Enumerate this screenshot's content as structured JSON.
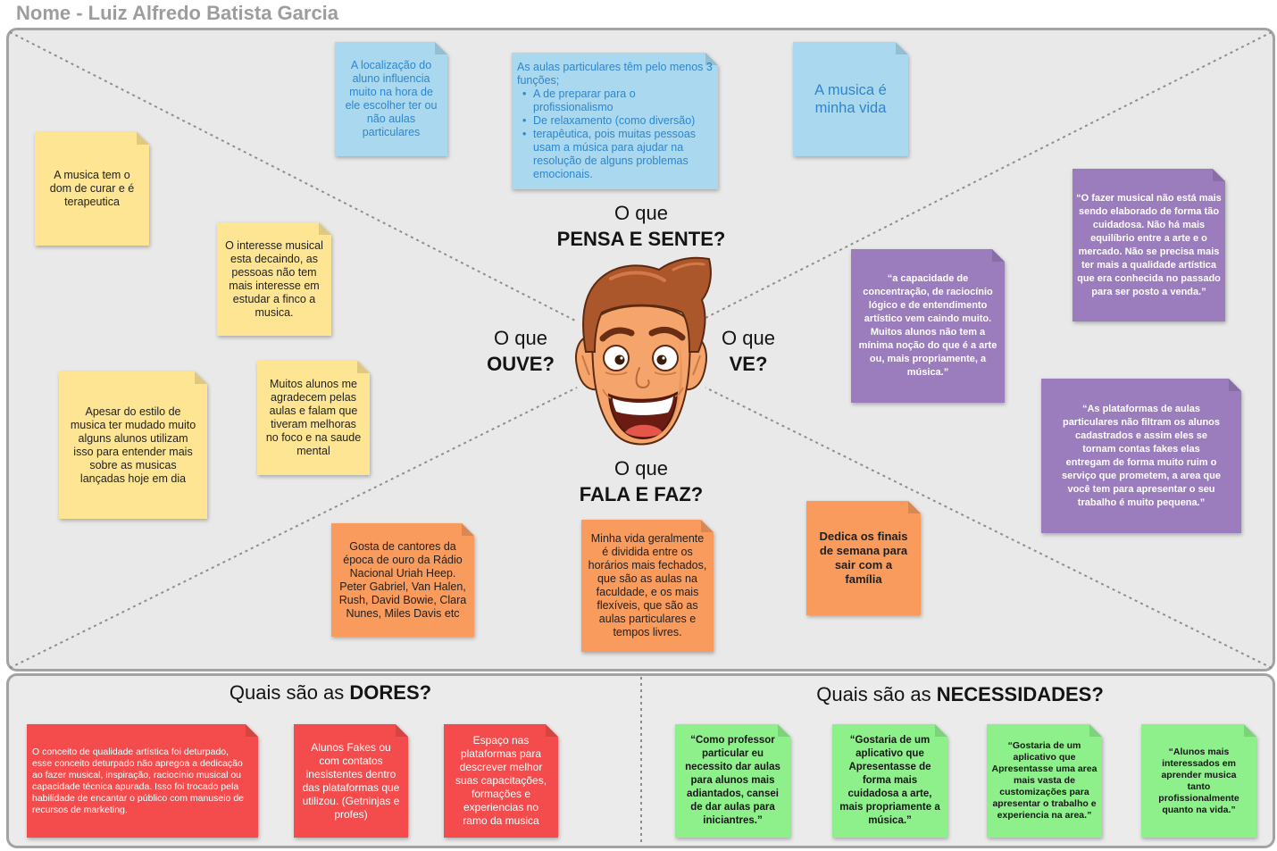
{
  "header": {
    "title": "Nome - Luiz Alfredo Batista Garcia"
  },
  "colors": {
    "board": "#e9e9e9",
    "blue": "#a9d8ef",
    "blue_text": "#2f86cc",
    "yellow": "#fee593",
    "purple": "#9b7dbd",
    "orange": "#f89b5c",
    "red": "#f44c4c",
    "green": "#8ef08b",
    "hair": "#ab562b",
    "skin": "#f5a56b"
  },
  "map": {
    "thinks": {
      "prefix": "O que",
      "label": "PENSA E SENTE?"
    },
    "hears": {
      "prefix": "O que",
      "label": "OUVE?"
    },
    "sees": {
      "prefix": "O que",
      "label": "VE?"
    },
    "says": {
      "prefix": "O que",
      "label": "FALA E FAZ?"
    }
  },
  "notes": {
    "thinks": [
      {
        "text": "A localização do aluno influencia muito na hora de ele escolher ter ou não aulas particulares"
      },
      {
        "intro": "As aulas particulares têm pelo menos 3 funções;",
        "bullets": [
          "A de preparar para o profissionalismo",
          "De relaxamento (como diversão)",
          "terapêutica, pois muitas pessoas usam a música para ajudar na resolução de alguns problemas emocionais."
        ]
      },
      {
        "text": "A musica é minha vida"
      }
    ],
    "hears": [
      {
        "text": "A musica tem o dom de curar e é terapeutica"
      },
      {
        "text": "O interesse musical esta decaindo, as pessoas não tem mais interesse em estudar a finco a musica."
      },
      {
        "text": "Apesar do estilo de musica ter mudado muito alguns alunos utilizam isso para entender mais sobre as musicas lançadas hoje em dia"
      },
      {
        "text": "Muitos alunos me agradecem pelas aulas e falam que tiveram melhoras no foco e na saude mental"
      }
    ],
    "sees": [
      {
        "text": "“O fazer musical não está mais sendo elaborado de forma tão cuidadosa. Não há mais equilíbrio entre a arte e o mercado. Não se precisa mais ter mais a qualidade artística que era conhecida no passado para ser posto a venda.”"
      },
      {
        "text": "“a capacidade de concentração, de raciocínio lógico e de entendimento artístico vem caindo muito. Muitos alunos não tem a mínima noção do que é a arte ou, mais propriamente, a música.”"
      },
      {
        "text": "“As plataformas de aulas particulares não filtram os alunos cadastrados e assim eles se tornam contas fakes elas entregam de forma muito ruim o serviço que prometem, a area que você tem para apresentar o seu trabalho é muito pequena.”"
      }
    ],
    "says": [
      {
        "text": "Gosta de cantores da época de ouro da Rádio Nacional Uriah Heep. Peter Gabriel, Van Halen, Rush, David Bowie, Clara Nunes, Miles Davis etc"
      },
      {
        "text": "Minha vida geralmente é dividida entre os horários mais fechados, que são as aulas na faculdade, e os mais flexíveis, que são as aulas particulares e tempos livres."
      },
      {
        "text": "Dedica os finais de semana para sair com a família"
      }
    ]
  },
  "pains": {
    "prefix": "Quais são as ",
    "label": "DORES?",
    "notes": [
      {
        "text": "O conceito de qualidade artística foi deturpado, esse conceito deturpado não apregoa a dedicação ao fazer musical, inspiração, raciocínio musical ou capacidade técnica apurada. Isso foi trocado pela habilidade de encantar o público com manuseio de recursos de marketing."
      },
      {
        "text": "Alunos Fakes ou com contatos inesistentes dentro das plataformas que utilizou. (Getninjas e profes)"
      },
      {
        "text": "Espaço nas plataformas para descrever melhor suas capacitações, formações e experiencias no ramo da musica"
      }
    ]
  },
  "needs": {
    "prefix": "Quais são as ",
    "label": "NECESSIDADES?",
    "notes": [
      {
        "text": "“Como professor particular eu necessito dar aulas para alunos mais adiantados, cansei de dar aulas para iniciantres.”"
      },
      {
        "text": "“Gostaria de um aplicativo que Apresentasse de forma mais cuidadosa a arte, mais propriamente a música.”"
      },
      {
        "text": "“Gostaria de um aplicativo que Apresentasse uma area mais vasta de customizações para apresentar o trabalho e experiencia na area.”"
      },
      {
        "text": "“Alunos mais interessados em aprender musica tanto profissionalmente quanto na vida.”"
      }
    ]
  }
}
